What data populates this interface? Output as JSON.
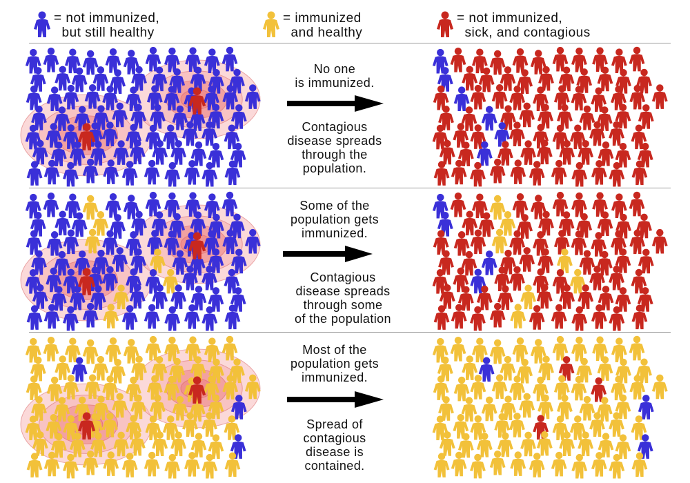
{
  "colors": {
    "not_immunized": "#3a30d8",
    "immunized": "#f2c13a",
    "sick": "#c8281f",
    "zone_outer": "#f7b9b9",
    "zone_inner": "#ef8b8b"
  },
  "legend": [
    {
      "status": "not_immunized",
      "icon": "person-icon-blue",
      "text": "= not immunized,\n  but still healthy"
    },
    {
      "status": "immunized",
      "icon": "person-icon-yellow",
      "text": "= immunized\n  and healthy"
    },
    {
      "status": "sick",
      "icon": "person-icon-red",
      "text": "= not immunized,\n  sick, and contagious"
    }
  ],
  "scenarios": [
    {
      "caption_top": [
        "No one",
        "is immunized."
      ],
      "caption_bottom": [
        "Contagious",
        "disease spreads",
        "through the",
        "population."
      ]
    },
    {
      "caption_top": [
        "Some of the",
        "population gets",
        "immunized."
      ],
      "caption_bottom": [
        "Contagious",
        "disease spreads",
        "through some",
        "of the population"
      ]
    },
    {
      "caption_top": [
        "Most of the",
        "population gets",
        "immunized."
      ],
      "caption_bottom": [
        "Spread of",
        "contagious",
        "disease is",
        "contained."
      ]
    }
  ]
}
